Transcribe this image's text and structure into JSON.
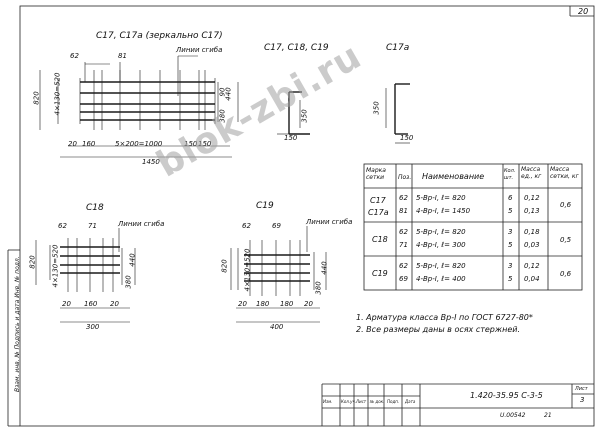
{
  "page_number": "20",
  "drawings": {
    "c17_title": "С17, С17а (зеркально С17)",
    "c17_dims": {
      "d62": "62",
      "d81": "81",
      "bend": "Линии сгиба",
      "d820": "820",
      "dv_left": "4×130=520",
      "dv_right_top": "90",
      "d440": "440",
      "d380": "380",
      "d20": "20",
      "d160": "160",
      "d_center": "5×200=1000",
      "d150a": "150",
      "d150b": "150",
      "d1450": "1450"
    },
    "sec_c17_title": "С17, С18, С19",
    "sec_c17_dims": {
      "d350": "350",
      "d150": "150"
    },
    "sec_c17a_title": "С17а",
    "sec_c17a_dims": {
      "d350": "350",
      "d150": "150"
    },
    "c18_title": "С18",
    "c18_dims": {
      "d62": "62",
      "d71": "71",
      "bend": "Линии сгиба",
      "d820": "820",
      "dv": "4×130=520",
      "d440": "440",
      "d380": "380",
      "d20a": "20",
      "d20b": "20",
      "d160": "160",
      "d300": "300"
    },
    "c19_title": "С19",
    "c19_dims": {
      "d62": "62",
      "d69": "69",
      "bend": "Линии сгиба",
      "d820": "820",
      "dv": "4×130=520",
      "d440": "440",
      "d380": "380",
      "d20a": "20",
      "d180a": "180",
      "d180b": "180",
      "d20b": "20",
      "d400": "400"
    }
  },
  "table": {
    "headers": [
      "Марка сетки",
      "Поз.",
      "Наименование",
      "Кол. шт.",
      "Масса ед., кг",
      "Масса сетки, кг"
    ],
    "groups": [
      {
        "marks": [
          "С17",
          "С17а"
        ],
        "total": "0,6",
        "rows": [
          {
            "pos": "62",
            "name": "5-Вр-I,  ℓ= 820",
            "qty": "6",
            "mass": "0,12"
          },
          {
            "pos": "81",
            "name": "4-Вр-I,  ℓ= 1450",
            "qty": "5",
            "mass": "0,13"
          }
        ]
      },
      {
        "marks": [
          "С18"
        ],
        "total": "0,5",
        "rows": [
          {
            "pos": "62",
            "name": "5-Вр-I,  ℓ= 820",
            "qty": "3",
            "mass": "0,18"
          },
          {
            "pos": "71",
            "name": "4-Вр-I,  ℓ= 300",
            "qty": "5",
            "mass": "0,03"
          }
        ]
      },
      {
        "marks": [
          "С19"
        ],
        "total": "0,6",
        "rows": [
          {
            "pos": "62",
            "name": "5-Вр-I,  ℓ= 820",
            "qty": "3",
            "mass": "0,12"
          },
          {
            "pos": "69",
            "name": "4-Вр-I,  ℓ= 400",
            "qty": "5",
            "mass": "0,04"
          }
        ]
      }
    ]
  },
  "notes": [
    "1. Арматура класса Вр-I по ГОСТ 6727-80*",
    "2. Все размеры даны в осях стержней."
  ],
  "title_block": {
    "code": "1.420-35.95 С-3-5",
    "sheet_label": "Лист",
    "sheet_number": "3",
    "inventory": "U.00542",
    "inventory_suffix": "21",
    "columns": [
      "Изм.",
      "Кол.уч.",
      "Лист",
      "№ док.",
      "Подп.",
      "Дата"
    ]
  },
  "side_strip": "Взам. инв. №   Подпись и дата   Инв. № подл.",
  "watermark": "blok-zbi.ru"
}
